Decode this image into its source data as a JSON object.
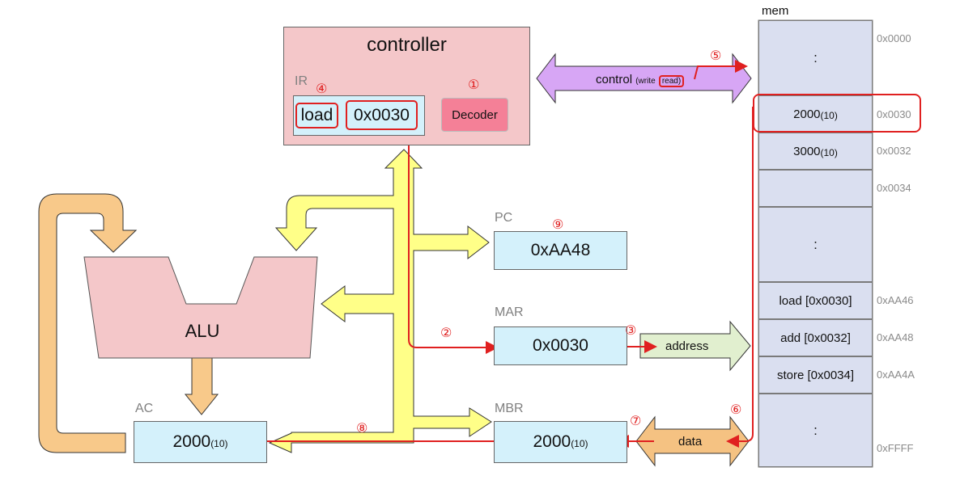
{
  "controller": {
    "title": "controller",
    "ir_label": "IR",
    "ir_opcode": "load",
    "ir_operand": "0x0030",
    "decoder_label": "Decoder"
  },
  "control_bus": {
    "label": "control",
    "write_label": "(write",
    "read_label": "read)"
  },
  "alu": {
    "label": "ALU"
  },
  "registers": {
    "pc": {
      "label": "PC",
      "value": "0xAA48"
    },
    "mar": {
      "label": "MAR",
      "value": "0x0030"
    },
    "mbr": {
      "label": "MBR",
      "value": "2000",
      "value_sub": "(10)"
    },
    "ac": {
      "label": "AC",
      "value": "2000",
      "value_sub": "(10)"
    }
  },
  "address_bus": {
    "label": "address"
  },
  "data_bus": {
    "label": "data"
  },
  "memory": {
    "title": "mem",
    "cells": [
      {
        "content": ":",
        "sub": "",
        "address": "0x0000"
      },
      {
        "content": "2000",
        "sub": "(10)",
        "address": "0x0030"
      },
      {
        "content": "3000",
        "sub": "(10)",
        "address": "0x0032"
      },
      {
        "content": "",
        "sub": "",
        "address": "0x0034"
      },
      {
        "content": ":",
        "sub": "",
        "address": ""
      },
      {
        "content": "load [0x0030]",
        "sub": "",
        "address": "0xAA46"
      },
      {
        "content": "add [0x0032]",
        "sub": "",
        "address": "0xAA48"
      },
      {
        "content": "store [0x0034]",
        "sub": "",
        "address": "0xAA4A"
      },
      {
        "content": ":",
        "sub": "",
        "address": "0xFFFF"
      }
    ]
  },
  "steps": [
    "①",
    "②",
    "③",
    "④",
    "⑤",
    "⑥",
    "⑦",
    "⑧",
    "⑨"
  ],
  "colors": {
    "controller_fill": "#f4c7c9",
    "register_fill": "#d4f1fb",
    "memory_fill": "#dadff0",
    "internal_bus": "#ffff88",
    "alu_feedback": "#f8c98a",
    "control_bus": "#d7a6f5",
    "address_bus": "#e1efcf",
    "data_bus": "#f5c282",
    "highlight": "#e02020",
    "decoder_fill": "#f48097"
  }
}
